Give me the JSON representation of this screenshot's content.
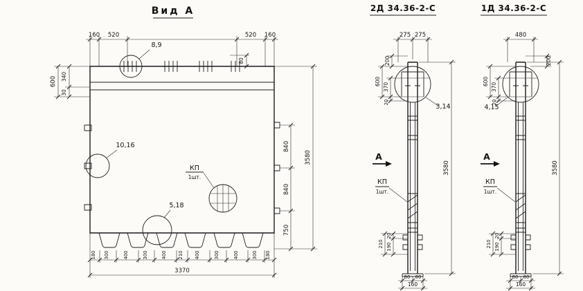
{
  "drawing": {
    "viewA": {
      "title": "Вид А",
      "top_dims": [
        "160",
        "520",
        "520",
        "160"
      ],
      "proj_dim": "80",
      "left_outer": "600",
      "left_inner": [
        "340",
        "30"
      ],
      "right_segments": [
        "840",
        "840",
        "750"
      ],
      "height_total": "3580",
      "bottom_segments": [
        "180",
        "300",
        "400",
        "300",
        "400",
        "210",
        "400",
        "300",
        "400",
        "300",
        "180"
      ],
      "width_total": "3370",
      "callout_top": "8,9",
      "callout_left": "10,16",
      "callout_rib": "5,18",
      "mesh_label": "КП",
      "mesh_qty": "1шт."
    },
    "col2": {
      "title": "2Д 34.36-2-С",
      "top_dims": [
        "275",
        "275"
      ],
      "dim_200": "200",
      "dim_600": "600",
      "dim_370": "370",
      "dim_20": "20",
      "callout": "3,14",
      "section_mark": "А",
      "mesh_label": "КП",
      "mesh_qty": "1шт.",
      "height_total": "3580",
      "foot_dims": [
        "210",
        "190",
        "20"
      ],
      "base_dims": [
        "80",
        "80"
      ],
      "base_total": "160"
    },
    "col1": {
      "title": "1Д 34.36-2-С",
      "top_dim": "480",
      "dim_200": "200",
      "dim_600": "600",
      "dim_370": "370",
      "dim_20": "20",
      "callout": "4,15",
      "section_mark": "А",
      "mesh_label": "КП",
      "mesh_qty": "1шт.",
      "height_total": "3580",
      "foot_dims": [
        "210",
        "190",
        "20"
      ],
      "base_dims": [
        "80",
        "80"
      ],
      "base_total": "160"
    }
  }
}
